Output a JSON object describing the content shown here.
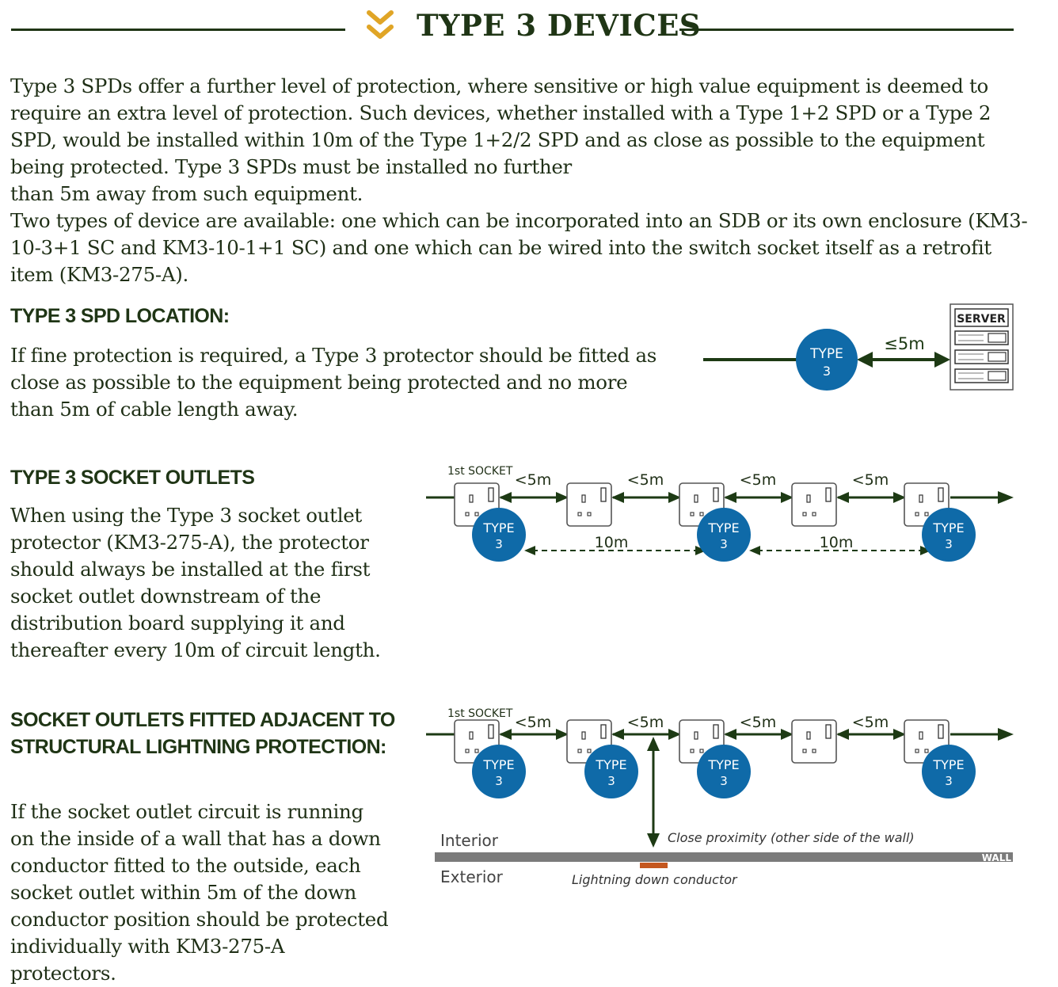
{
  "title": "TYPE 3 DEVICES",
  "intro": {
    "p1": "Type 3 SPDs offer a further level of protection, where sensitive or high value equipment is deemed to require an extra level of protection. Such devices, whether installed with a Type 1+2 SPD or a Type 2 SPD, would be installed within 10m of the Type 1+2/2 SPD and as close as possible to the equipment being protected. Type 3 SPDs must be installed no further",
    "p2": "than 5m away from such equipment.",
    "p3": "Two types of device are available: one which can be incorporated into an SDB or its own enclosure (KM3-10-3+1 SC and KM3-10-1+1 SC) and one which can be wired into the switch socket itself as a retrofit item (KM3-275-A)."
  },
  "section_location": {
    "heading": "TYPE 3 SPD LOCATION:",
    "body": "If fine protection is required, a Type 3 protector should be fitted as close as possible to the equipment being protected and no more than 5m of cable length away.",
    "diagram": {
      "badge_top": "TYPE",
      "badge_bottom": "3",
      "distance": "≤5m",
      "server_label": "SERVER"
    }
  },
  "section_outlets": {
    "heading": "TYPE 3 SOCKET OUTLETS",
    "body": "When using the Type 3 socket outlet protector (KM3-275-A), the protector should always be installed at the first socket outlet downstream of the distribution board supplying it and thereafter every 10m of circuit length.",
    "diagram": {
      "first_socket_label": "1st SOCKET",
      "spacing_labels": [
        "<5m",
        "<5m",
        "<5m",
        "<5m"
      ],
      "badge_top": "TYPE",
      "badge_bottom": "3",
      "interval_labels": [
        "10m",
        "10m"
      ]
    }
  },
  "section_adjacent": {
    "heading": "SOCKET OUTLETS FITTED ADJACENT TO STRUCTURAL LIGHTNING PROTECTION:",
    "body": "If the socket outlet circuit is running on the inside of a wall that has a down conductor fitted to the outside, each socket outlet within 5m of the down conductor position should be protected individually with KM3-275-A protectors.",
    "diagram": {
      "first_socket_label": "1st SOCKET",
      "spacing_labels": [
        "<5m",
        "<5m",
        "<5m",
        "<5m"
      ],
      "badge_top": "TYPE",
      "badge_bottom": "3",
      "interior_label": "Interior",
      "exterior_label": "Exterior",
      "proximity_label": "Close proximity (other side of the wall)",
      "conductor_label": "Lightning down conductor",
      "wall_label": "WALL"
    }
  },
  "colors": {
    "heading_green": "#1f3515",
    "line_green": "#1d3a14",
    "badge_blue": "#0f6aa8",
    "accent_gold": "#e0a526",
    "conductor_orange": "#c4571f",
    "wall_gray": "#7b7b7b"
  }
}
